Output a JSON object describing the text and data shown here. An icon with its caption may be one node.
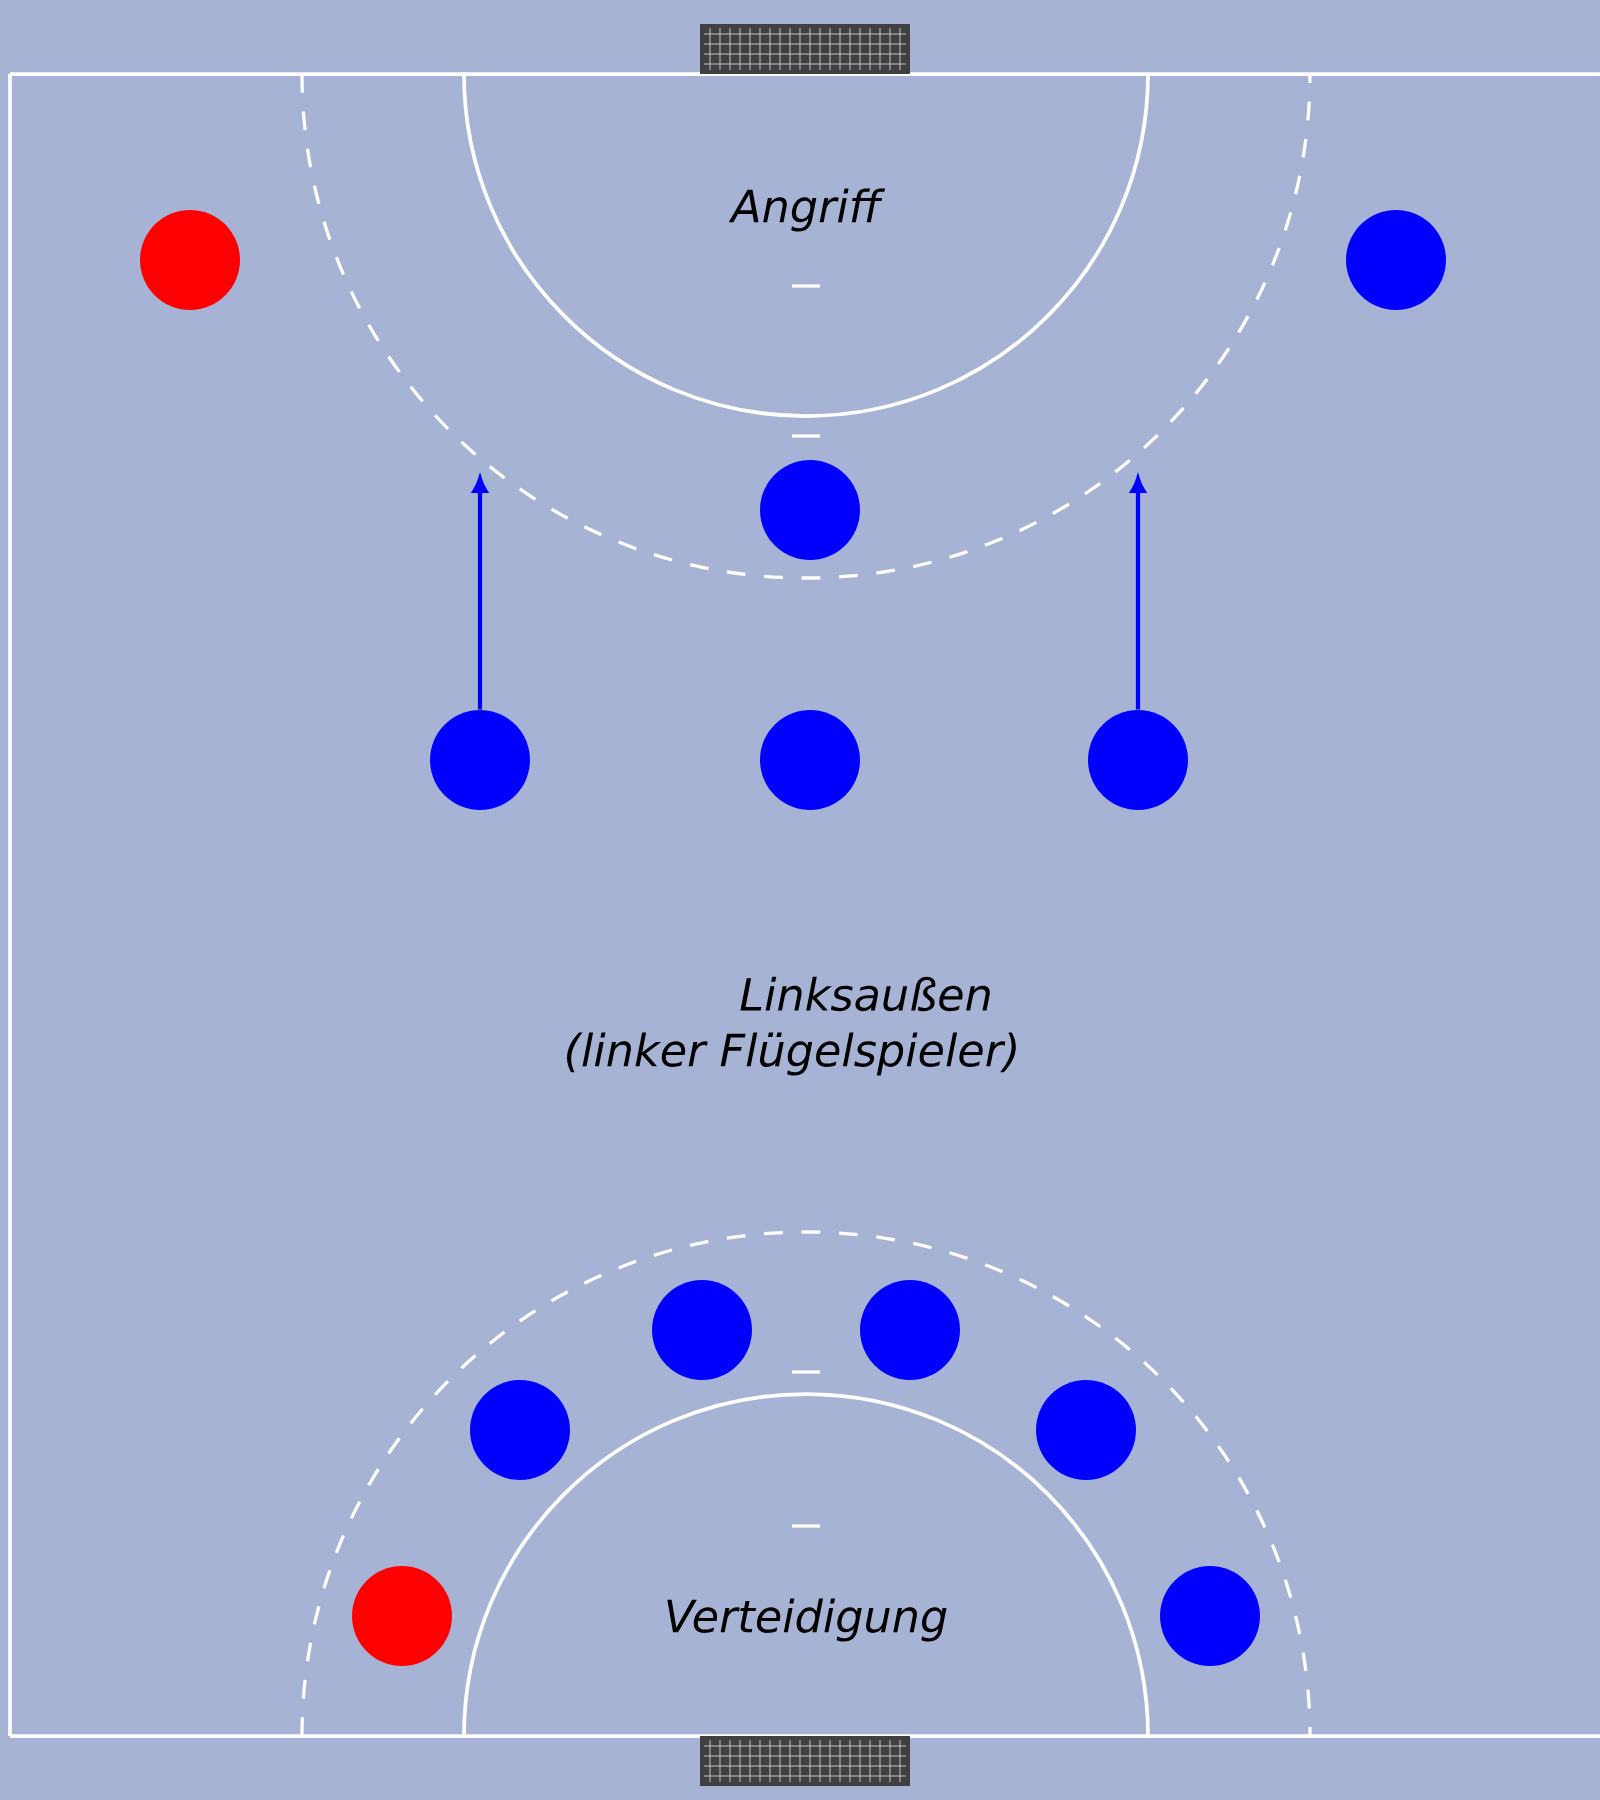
{
  "diagram": {
    "nodes": [
      {
        "text": [],
        "shape": "circle"
      },
      {
        "text": [],
        "shape": "circle"
      },
      {
        "text": [],
        "shape": "circle"
      },
      {
        "text": [],
        "shape": "circle"
      },
      {
        "text": [],
        "shape": "circle"
      },
      {
        "text": [],
        "shape": "circle"
      },
      {
        "text": [],
        "shape": "circle"
      },
      {
        "text": [],
        "shape": "circle"
      },
      {
        "text": [],
        "shape": "circle"
      },
      {
        "text": [],
        "shape": "circle"
      },
      {
        "text": [],
        "shape": "circle"
      },
      {
        "text": [],
        "shape": "circle"
      }
    ],
    "edges": [
      {
        "from": 3,
        "to": null,
        "arrow": "to"
      },
      {
        "from": 5,
        "to": null,
        "arrow": "to"
      }
    ],
    "labels": [
      "Angriff",
      "Linksaußen",
      "(linker Flügelspieler)",
      "Verteidigung"
    ]
  }
}
